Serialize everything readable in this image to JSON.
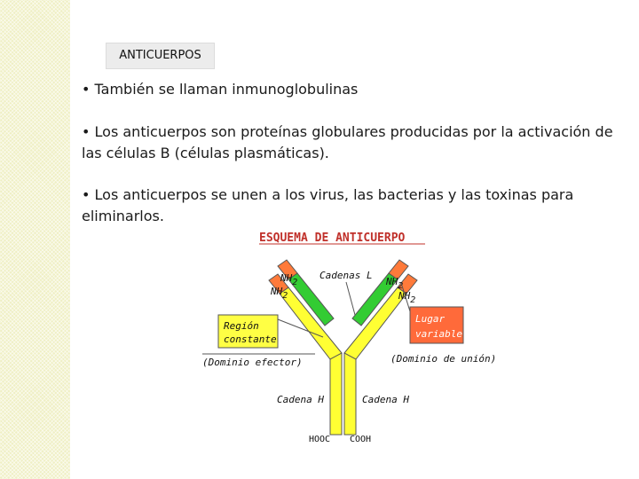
{
  "slide": {
    "title": "ANTICUERPOS",
    "bullets": [
      "• También se llaman inmunoglobulinas",
      "• Los anticuerpos son proteínas globulares producidas por la activación de las células B (células plasmáticas).",
      "• Los anticuerpos se unen a los virus, las bacterias y las toxinas para eliminarlos."
    ]
  },
  "diagram": {
    "title": "ESQUEMA DE ANTICUERPO",
    "nh2_top_left": "NH",
    "nh2_mid_left": "NH",
    "nh2_top_right": "NH",
    "nh2_mid_right": "NH",
    "subscript_2": "2",
    "light_chains_label": "Cadenas L",
    "constant_region_line1": "Región",
    "constant_region_line2": "constante",
    "variable_site_line1": "Lugar",
    "variable_site_line2": "variable",
    "effector_domain": "(Dominio efector)",
    "binding_domain": "(Dominio de unión)",
    "heavy_chain_left": "Cadena H",
    "heavy_chain_right": "Cadena H",
    "carboxyl_left": "HOOC",
    "carboxyl_right": "COOH",
    "colors": {
      "title_red": "#c0302a",
      "heavy_chain_yellow": "#ffff33",
      "light_chain_green": "#33cc33",
      "variable_orange": "#ff7a3a",
      "label_box_yellow": "#ffff44",
      "label_box_orange": "#ff6a3a",
      "outline": "#555555"
    }
  }
}
